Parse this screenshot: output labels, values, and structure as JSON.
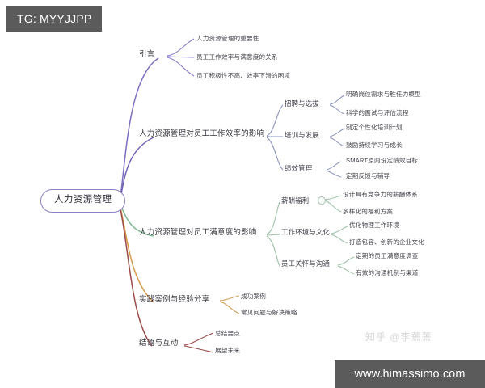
{
  "watermarks": {
    "telegram_badge": "TG: MYYJJPP",
    "zhihu": "知乎 @李蔫蔫",
    "site": "www.himassimo.com"
  },
  "colors": {
    "root_border": "#8d7fc4",
    "branch_intro": "#7b6fc0",
    "branch_efficiency": "#6f64b8",
    "branch_satisfaction": "#7fb894",
    "branch_practice": "#d79a4a",
    "branch_closing": "#9c4a4a",
    "sub_link_blue": "#8a92bb",
    "sub_link_green": "#9cc0a6",
    "sub_link_orange": "#d3a05a",
    "sub_link_red": "#9c4a4a",
    "text": "#3b3b46",
    "badge_background": "#5b5b5b"
  },
  "mindmap": {
    "root": "人力资源管理",
    "branches": [
      {
        "label": "引言",
        "children": [
          {
            "label": "人力资源管理的重要性"
          },
          {
            "label": "员工工作效率与满意度的关系"
          },
          {
            "label": "员工积极性不高、效率下滑的困境"
          }
        ]
      },
      {
        "label": "人力资源管理对员工工作效率的影响",
        "children": [
          {
            "label": "招聘与选拔",
            "children": [
              {
                "label": "明确岗位需求与胜任力模型"
              },
              {
                "label": "科学的面试与评估流程"
              }
            ]
          },
          {
            "label": "培训与发展",
            "children": [
              {
                "label": "制定个性化培训计划"
              },
              {
                "label": "鼓励持续学习与成长"
              }
            ]
          },
          {
            "label": "绩效管理",
            "children": [
              {
                "label": "SMART原则设定绩效目标"
              },
              {
                "label": "定期反馈与辅导"
              }
            ]
          }
        ]
      },
      {
        "label": "人力资源管理对员工满意度的影响",
        "children": [
          {
            "label": "薪酬福利",
            "collapse_toggle": "collapse-toggle-icon",
            "children": [
              {
                "label": "设计具有竞争力的薪酬体系"
              },
              {
                "label": "多样化的福利方案"
              }
            ]
          },
          {
            "label": "工作环境与文化",
            "children": [
              {
                "label": "优化物理工作环境"
              },
              {
                "label": "打造包容、创新的企业文化"
              }
            ]
          },
          {
            "label": "员工关怀与沟通",
            "children": [
              {
                "label": "定期的员工满意度调查"
              },
              {
                "label": "有效的沟通机制与渠道"
              }
            ]
          }
        ]
      },
      {
        "label": "实践案例与经验分享",
        "children": [
          {
            "label": "成功案例"
          },
          {
            "label": "常见问题与解决策略"
          }
        ]
      },
      {
        "label": "结语与互动",
        "children": [
          {
            "label": "总结要点"
          },
          {
            "label": "展望未来"
          }
        ]
      }
    ]
  }
}
